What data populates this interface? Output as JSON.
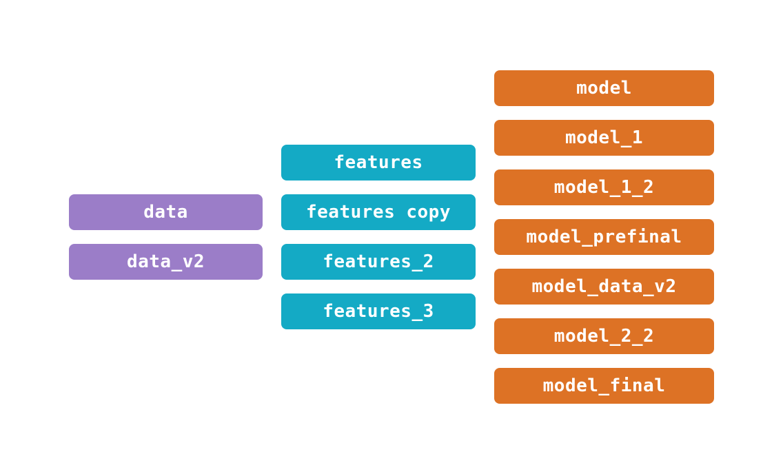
{
  "canvas": {
    "background": "#ffffff",
    "text_color": "#ffffff"
  },
  "diagram": {
    "type": "pipeline-lineage",
    "columns": [
      {
        "color": "#9b7dc8",
        "nodes": [
          {
            "label": "data"
          },
          {
            "label": "data_v2"
          }
        ]
      },
      {
        "color": "#14aac5",
        "nodes": [
          {
            "label": "features"
          },
          {
            "label": "features copy"
          },
          {
            "label": "features_2"
          },
          {
            "label": "features_3"
          }
        ]
      },
      {
        "color": "#dd7225",
        "nodes": [
          {
            "label": "model"
          },
          {
            "label": "model_1"
          },
          {
            "label": "model_1_2"
          },
          {
            "label": "model_prefinal"
          },
          {
            "label": "model_data_v2"
          },
          {
            "label": "model_2_2"
          },
          {
            "label": "model_final"
          }
        ]
      }
    ]
  }
}
